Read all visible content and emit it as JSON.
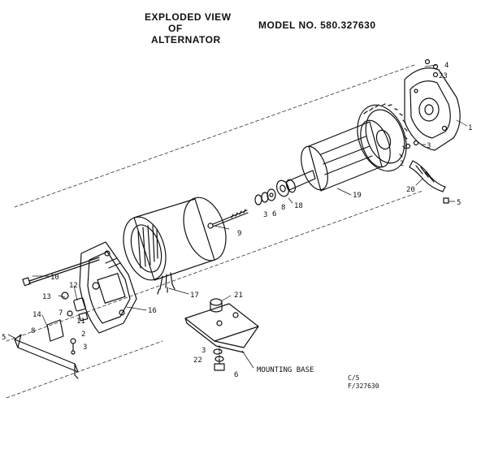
{
  "title": {
    "line1": "EXPLODED VIEW",
    "line2": "OF",
    "line3": "ALTERNATOR"
  },
  "model": "MODEL NO. 580.327630",
  "footer": {
    "line1": "C/5",
    "line2": "F/327630"
  },
  "mounting_base_label": "MOUNTING BASE",
  "callouts": {
    "c1": "1",
    "c2a": "2",
    "c3a": "3",
    "c4": "4",
    "c23": "23",
    "c20": "20",
    "c5a": "5",
    "c19": "19",
    "c18": "18",
    "c8a": "8",
    "c6a": "6",
    "c3b": "3",
    "c9": "9",
    "c10": "10",
    "c17": "17",
    "c16": "16",
    "c12": "12",
    "c13": "13",
    "c7": "7",
    "c11": "11",
    "c14": "14",
    "c5b": "5",
    "c8b": "8",
    "c2b": "2",
    "c3c": "3",
    "c21": "21",
    "c3d": "3",
    "c22": "22",
    "c6b": "6"
  }
}
